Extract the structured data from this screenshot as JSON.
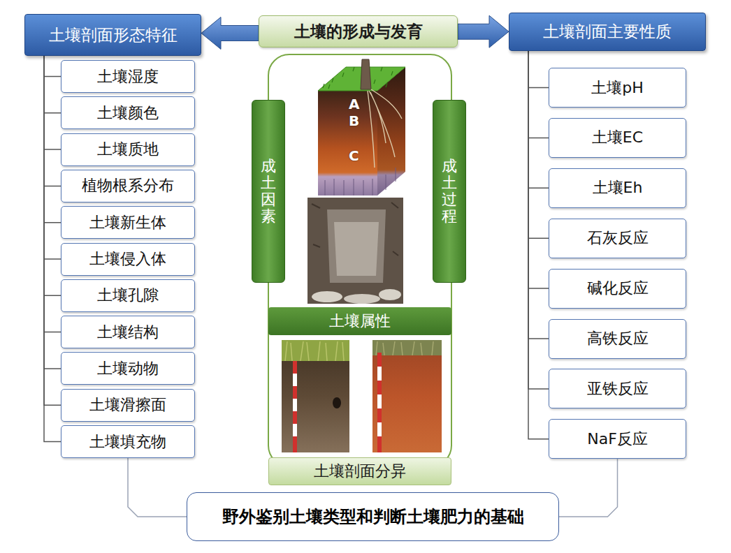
{
  "diagram": {
    "nodes": [
      {
        "text": [
          "土壤剖面形态特征"
        ]
      },
      {
        "text": [
          "土壤的形成与发育"
        ]
      },
      {
        "text": [
          "土壤剖面主要性质"
        ]
      },
      {
        "text": [
          "土壤湿度"
        ]
      },
      {
        "text": [
          "土壤颜色"
        ]
      },
      {
        "text": [
          "土壤质地"
        ]
      },
      {
        "text": [
          "植物根系分布"
        ]
      },
      {
        "text": [
          "土壤新生体"
        ]
      },
      {
        "text": [
          "土壤侵入体"
        ]
      },
      {
        "text": [
          "土壤孔隙"
        ]
      },
      {
        "text": [
          "土壤结构"
        ]
      },
      {
        "text": [
          "土壤动物"
        ]
      },
      {
        "text": [
          "土壤滑擦面"
        ]
      },
      {
        "text": [
          "土壤填充物"
        ]
      },
      {
        "text": [
          "成土因素"
        ]
      },
      {
        "text": [
          "成土过程"
        ]
      },
      {
        "text": [
          "土壤属性"
        ]
      },
      {
        "text": [
          "土壤剖面分异"
        ]
      },
      {
        "text": [
          "土壤pH"
        ]
      },
      {
        "text": [
          "土壤EC"
        ]
      },
      {
        "text": [
          "土壤Eh"
        ]
      },
      {
        "text": [
          "石灰反应"
        ]
      },
      {
        "text": [
          "碱化反应"
        ]
      },
      {
        "text": [
          "高铁反应"
        ]
      },
      {
        "text": [
          "亚铁反应"
        ]
      },
      {
        "text": [
          "NaF反应"
        ]
      },
      {
        "text": [
          "野外鉴别土壤类型和判断土壤肥力的基础"
        ]
      }
    ],
    "edges": [
      {
        "from": 1,
        "to": 0,
        "arrow": "to"
      },
      {
        "from": 1,
        "to": 2,
        "arrow": "to"
      },
      {
        "from": 0,
        "to": 3,
        "arrow": "none"
      },
      {
        "from": 0,
        "to": 4,
        "arrow": "none"
      },
      {
        "from": 0,
        "to": 5,
        "arrow": "none"
      },
      {
        "from": 0,
        "to": 6,
        "arrow": "none"
      },
      {
        "from": 0,
        "to": 7,
        "arrow": "none"
      },
      {
        "from": 0,
        "to": 8,
        "arrow": "none"
      },
      {
        "from": 0,
        "to": 9,
        "arrow": "none"
      },
      {
        "from": 0,
        "to": 10,
        "arrow": "none"
      },
      {
        "from": 0,
        "to": 11,
        "arrow": "none"
      },
      {
        "from": 0,
        "to": 12,
        "arrow": "none"
      },
      {
        "from": 0,
        "to": 13,
        "arrow": "none"
      },
      {
        "from": 2,
        "to": 18,
        "arrow": "none"
      },
      {
        "from": 2,
        "to": 19,
        "arrow": "none"
      },
      {
        "from": 2,
        "to": 20,
        "arrow": "none"
      },
      {
        "from": 2,
        "to": 21,
        "arrow": "none"
      },
      {
        "from": 2,
        "to": 22,
        "arrow": "none"
      },
      {
        "from": 2,
        "to": 23,
        "arrow": "none"
      },
      {
        "from": 2,
        "to": 24,
        "arrow": "none"
      },
      {
        "from": 2,
        "to": 25,
        "arrow": "none"
      },
      {
        "from": 13,
        "to": 26,
        "arrow": "none"
      },
      {
        "from": 25,
        "to": 26,
        "arrow": "none"
      }
    ],
    "labels": [
      "A",
      "B",
      "C"
    ]
  }
}
